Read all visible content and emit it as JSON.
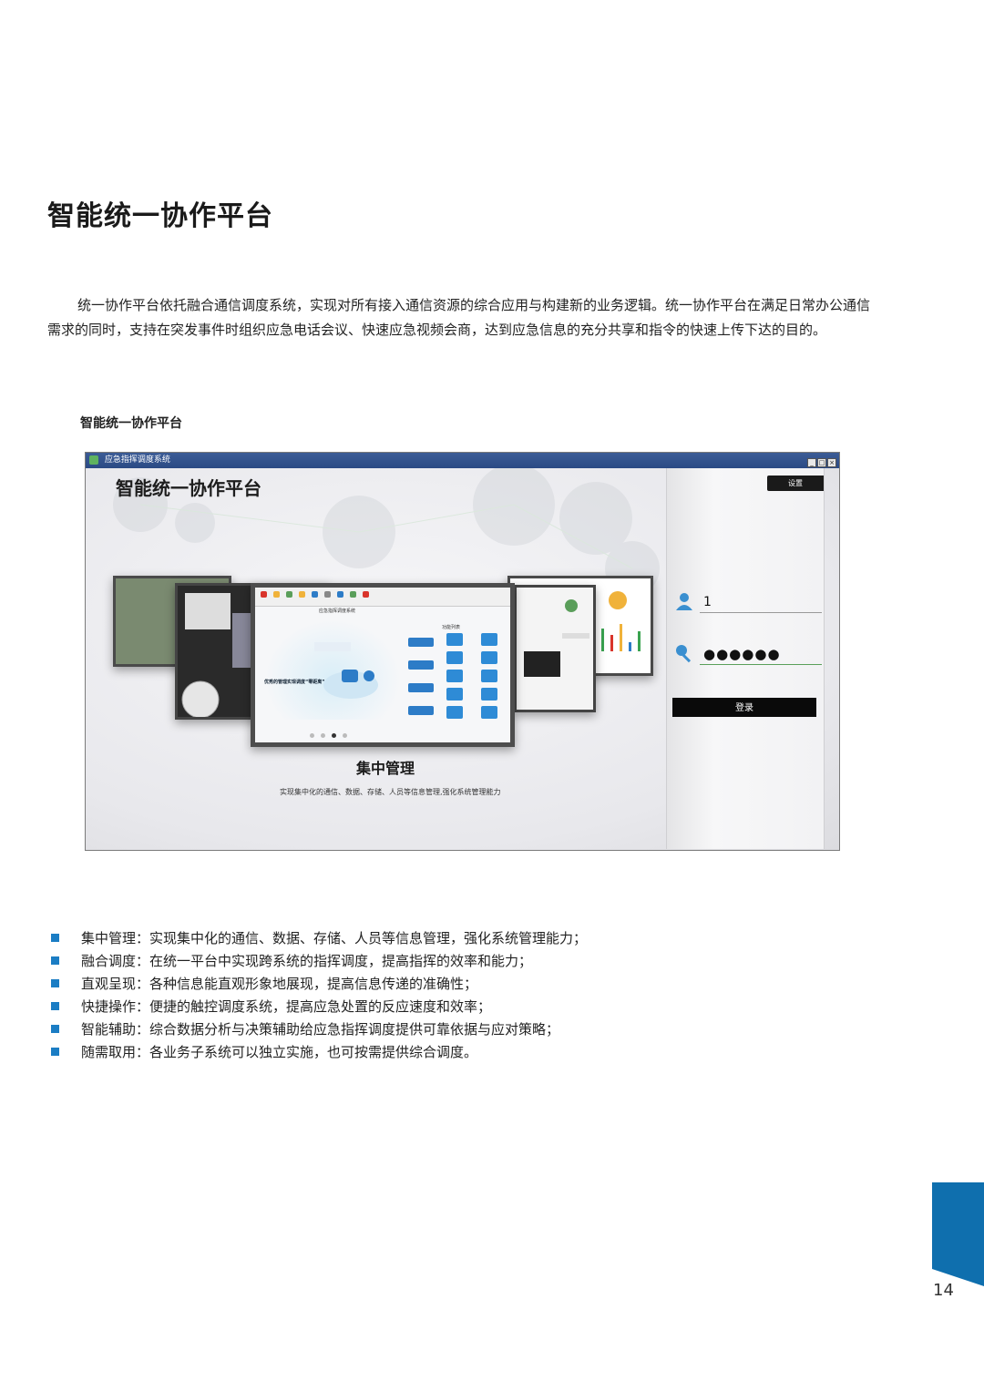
{
  "page_title": "智能统一协作平台",
  "intro": "统一协作平台依托融合通信调度系统，实现对所有接入通信资源的综合应用与构建新的业务逻辑。统一协作平台在满足日常办公通信需求的同时，支持在突发事件时组织应急电话会议、快速应急视频会商，达到应急信息的充分共享和指令的快速上传下达的目的。",
  "figure_caption": "智能统一协作平台",
  "screenshot": {
    "window_title": "应急指挥调度系统",
    "hero_title": "智能统一协作平台",
    "slide_title": "集中管理",
    "slide_description": "实现集中化的通信、数据、存储、人员等信息管理,强化系统管理能力",
    "center_card": {
      "header": "应急指挥调度系统",
      "function_list_label": "功能列表",
      "hero_text": "优秀的管理实现调度“零距离”"
    },
    "settings_label": "设置",
    "username_value": "1",
    "password_value": "●●●●●●",
    "login_label": "登录"
  },
  "features": [
    {
      "title": "集中管理",
      "text": "实现集中化的通信、数据、存储、人员等信息管理，强化系统管理能力；"
    },
    {
      "title": "融合调度",
      "text": "在统一平台中实现跨系统的指挥调度，提高指挥的效率和能力；"
    },
    {
      "title": "直观呈现",
      "text": "各种信息能直观形象地展现，提高信息传递的准确性；"
    },
    {
      "title": "快捷操作",
      "text": "便捷的触控调度系统，提高应急处置的反应速度和效率；"
    },
    {
      "title": "智能辅助",
      "text": "综合数据分析与决策辅助给应急指挥调度提供可靠依据与应对策略；"
    },
    {
      "title": "随需取用",
      "text": "各业务子系统可以独立实施，也可按需提供综合调度。"
    }
  ],
  "page_number": "14",
  "colors": {
    "accent": "#1b7dc4",
    "page_tab": "#0f6fae",
    "bullet": "#1b7dc4"
  }
}
